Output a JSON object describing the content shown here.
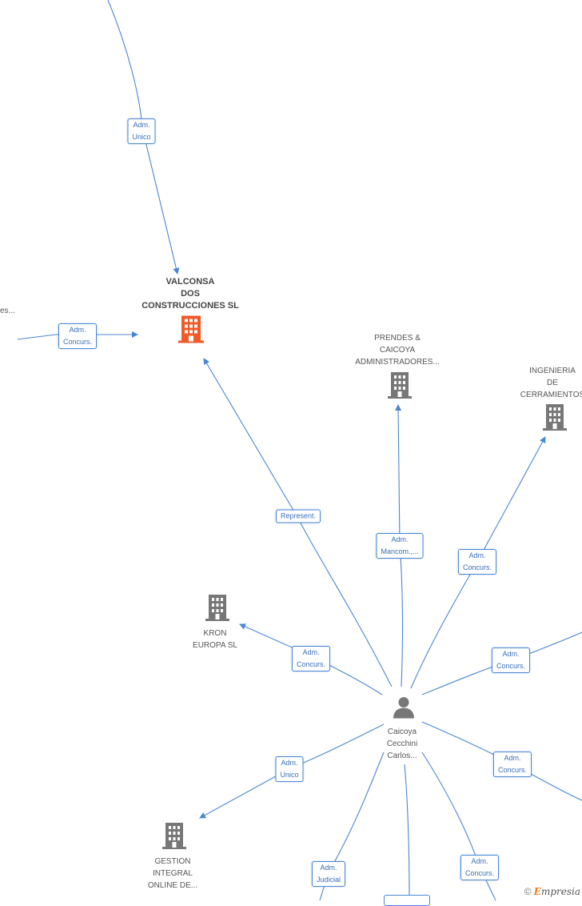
{
  "colors": {
    "edge": "#4a86d4",
    "main_node": "#f05a28",
    "node": "#777777"
  },
  "nodes": {
    "valconsa": "VALCONSA\nDOS\nCONSTRUCCIONES SL",
    "prendes": "PRENDES &\nCAICOYA\nADMINISTRADORES...",
    "ingenieria": "INGENIERIA\nDE\nCERRAMIENTOS",
    "kron": "KRON\nEUROPA SL",
    "gestion": "GESTION\nINTEGRAL\nONLINE DE...",
    "person": "Caicoya\nCecchini\nCarlos...",
    "left_cutoff": "es..."
  },
  "edges": {
    "top_adm_unico": "Adm.\nUnico",
    "left_adm_concurs": "Adm.\nConcurs.",
    "represent": "Represent.",
    "adm_mancom": "Adm.\nMancom.,...",
    "ingenieria_adm_concurs": "Adm.\nConcurs.",
    "kron_adm_concurs": "Adm.\nConcurs.",
    "right_adm_concurs_1": "Adm.\nConcurs.",
    "gestion_adm_unico": "Adm.\nUnico",
    "right_adm_concurs_2": "Adm.\nConcurs.",
    "adm_judicial": "Adm.\nJudicial",
    "bottom_adm_concurs": "Adm.\nConcurs."
  },
  "footer": {
    "copyright_symbol": "©",
    "brand_first": "E",
    "brand_rest": "mpresia"
  }
}
